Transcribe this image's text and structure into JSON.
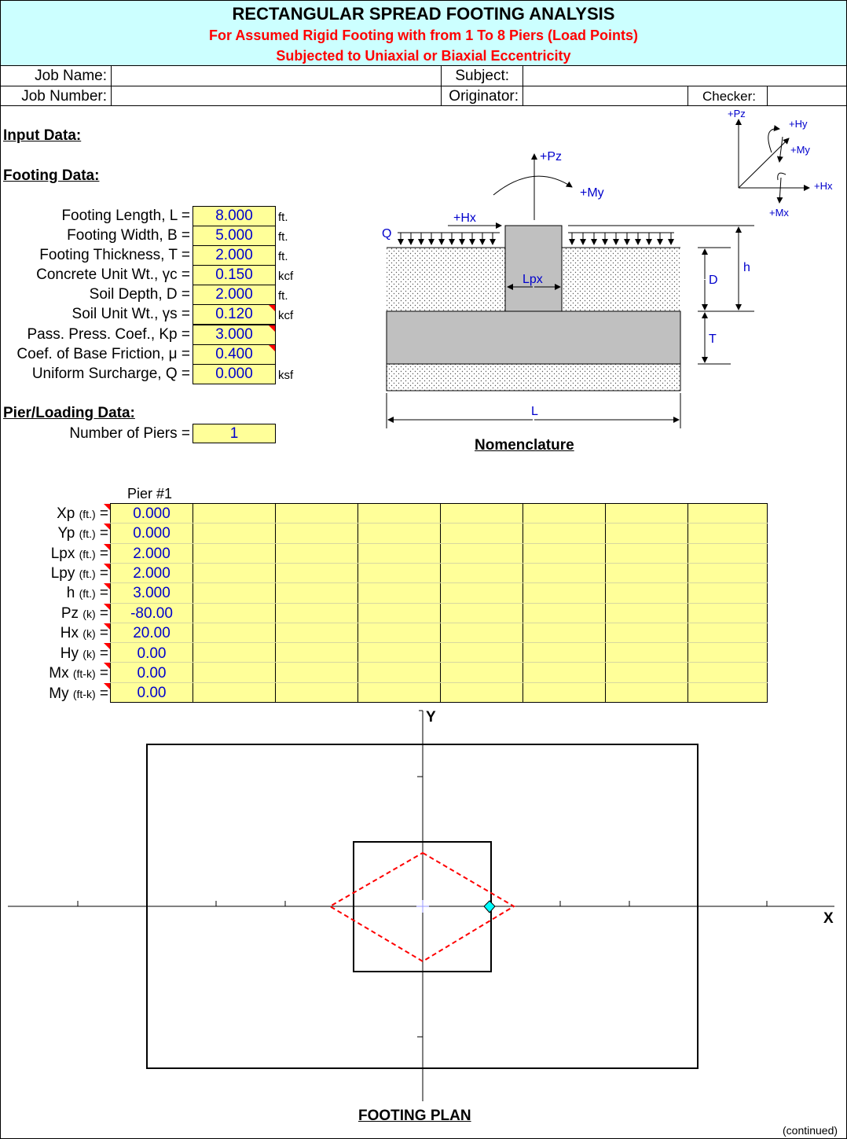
{
  "title": "RECTANGULAR SPREAD FOOTING ANALYSIS",
  "subtitle1": "For Assumed Rigid Footing with from 1 To 8 Piers (Load Points)",
  "subtitle2": "Subjected to Uniaxial or Biaxial Eccentricity",
  "header": {
    "job_name_label": "Job Name:",
    "job_number_label": "Job Number:",
    "subject_label": "Subject:",
    "originator_label": "Originator:",
    "checker_label": "Checker:"
  },
  "sections": {
    "input_data": "Input Data:",
    "footing_data": "Footing Data:",
    "pier_data": "Pier/Loading Data:"
  },
  "footing_inputs": [
    {
      "label": "Footing Length, L =",
      "value": "8.000",
      "unit": "ft."
    },
    {
      "label": "Footing Width, B =",
      "value": "5.000",
      "unit": "ft."
    },
    {
      "label": "Footing Thickness, T =",
      "value": "2.000",
      "unit": "ft."
    },
    {
      "label": "Concrete Unit Wt., γc =",
      "value": "0.150",
      "unit": "kcf"
    },
    {
      "label": "Soil Depth, D =",
      "value": "2.000",
      "unit": "ft."
    },
    {
      "label": "Soil Unit Wt., γs =",
      "value": "0.120",
      "unit": "kcf"
    },
    {
      "label": "Pass. Press. Coef., Kp =",
      "value": "3.000",
      "unit": ""
    },
    {
      "label": "Coef. of Base Friction, μ =",
      "value": "0.400",
      "unit": ""
    },
    {
      "label": "Uniform Surcharge, Q =",
      "value": "0.000",
      "unit": "ksf"
    }
  ],
  "piers": {
    "count_label": "Number of Piers =",
    "count_value": "1",
    "column_header": "Pier #1",
    "rows": [
      {
        "label": "Xp",
        "unit": "(ft.)",
        "value": "0.000"
      },
      {
        "label": "Yp",
        "unit": "(ft.)",
        "value": "0.000"
      },
      {
        "label": "Lpx",
        "unit": "(ft.)",
        "value": "2.000"
      },
      {
        "label": "Lpy",
        "unit": "(ft.)",
        "value": "2.000"
      },
      {
        "label": "h",
        "unit": "(ft.)",
        "value": "3.000"
      },
      {
        "label": "Pz",
        "unit": "(k)",
        "value": "-80.00"
      },
      {
        "label": "Hx",
        "unit": "(k)",
        "value": "20.00"
      },
      {
        "label": "Hy",
        "unit": "(k)",
        "value": "0.00"
      },
      {
        "label": "Mx",
        "unit": "(ft-k)",
        "value": "0.00"
      },
      {
        "label": "My",
        "unit": "(ft-k)",
        "value": "0.00"
      }
    ]
  },
  "nomenclature": {
    "caption": "Nomenclature",
    "pz": "+Pz",
    "my": "+My",
    "hx": "+Hx",
    "q": "Q",
    "lpx": "Lpx",
    "d": "D",
    "h": "h",
    "t": "T",
    "l": "L"
  },
  "axes_legend": {
    "pz": "+Pz",
    "hy": "+Hy",
    "my": "+My",
    "hx": "+Hx",
    "mx": "+Mx"
  },
  "plan": {
    "caption": "FOOTING PLAN",
    "x_axis": "X",
    "y_axis": "Y"
  },
  "footer": "(continued)",
  "colors": {
    "header_bg": "#ccffff",
    "input_bg": "#ffff99",
    "input_text": "#0000cc",
    "subtitle": "#ff0000"
  }
}
